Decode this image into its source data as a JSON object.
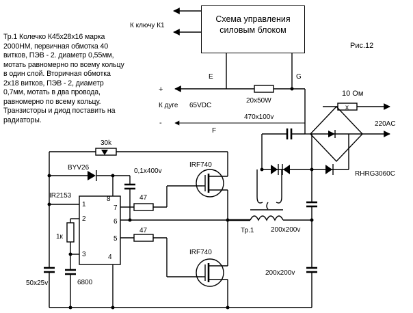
{
  "figure_label": "Рис.12",
  "control_block": {
    "text": "Схема управления силовым блоком"
  },
  "note": "Тр.1 Колечко К45х28х16 марка\n2000НМ, первичная обмотка 40\nвитков, ПЭВ - 2. диаметр 0,55мм,\nмотать равномерно по всему кольцу\nв один слой. Вторичная обмотка\n2х18 витков, ПЭВ - 2, диаметр\n0,7мм, мотать в два провода,\nравномерно по всему кольцу.\nТранзисторы и диод поставить на\nрадиаторы.",
  "labels": {
    "to_key": "К ключу К1",
    "to_arc": "К дуге",
    "voltage": "65VDC",
    "plus": "+",
    "minus": "-",
    "node_e": "E",
    "node_g": "G",
    "node_f": "F",
    "r_20x50w": "20x50W",
    "r_10ohm": "10 Ом",
    "mains": "220AC",
    "c_470x100v": "470x100v",
    "r_30k": "30k",
    "d_byv26": "BYV26",
    "c_01x400v": "0,1x400v",
    "q_top": "IRF740",
    "q_bottom": "IRF740",
    "d_rhrg": "RHRG3060C",
    "ic": "IR2153",
    "r_47_top": "47",
    "r_47_bottom": "47",
    "r_1k": "1к",
    "c_6800": "6800",
    "c_50x25v": "50x25v",
    "transformer": "Тр.1",
    "c_200_top": "200x200v",
    "c_200_bottom": "200x200v",
    "fuse": "x"
  },
  "ic_pins": [
    "1",
    "2",
    "3",
    "4",
    "5",
    "6",
    "7",
    "8"
  ]
}
